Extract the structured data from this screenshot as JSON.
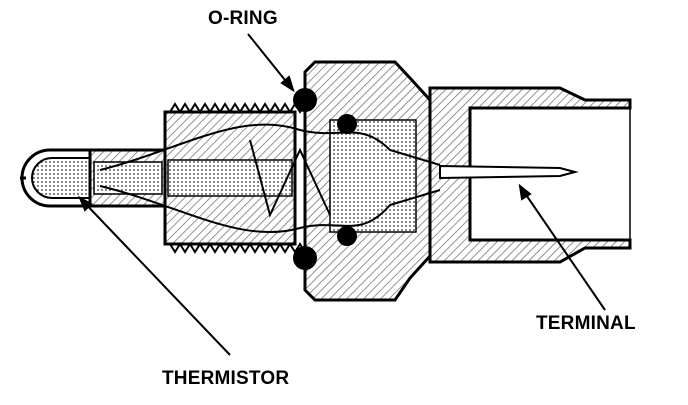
{
  "labels": {
    "o_ring": "O-RING",
    "terminal": "TERMINAL",
    "thermistor": "THERMISTOR"
  },
  "colors": {
    "ink": "#000000",
    "paper": "#ffffff",
    "hatch": "#888888"
  }
}
